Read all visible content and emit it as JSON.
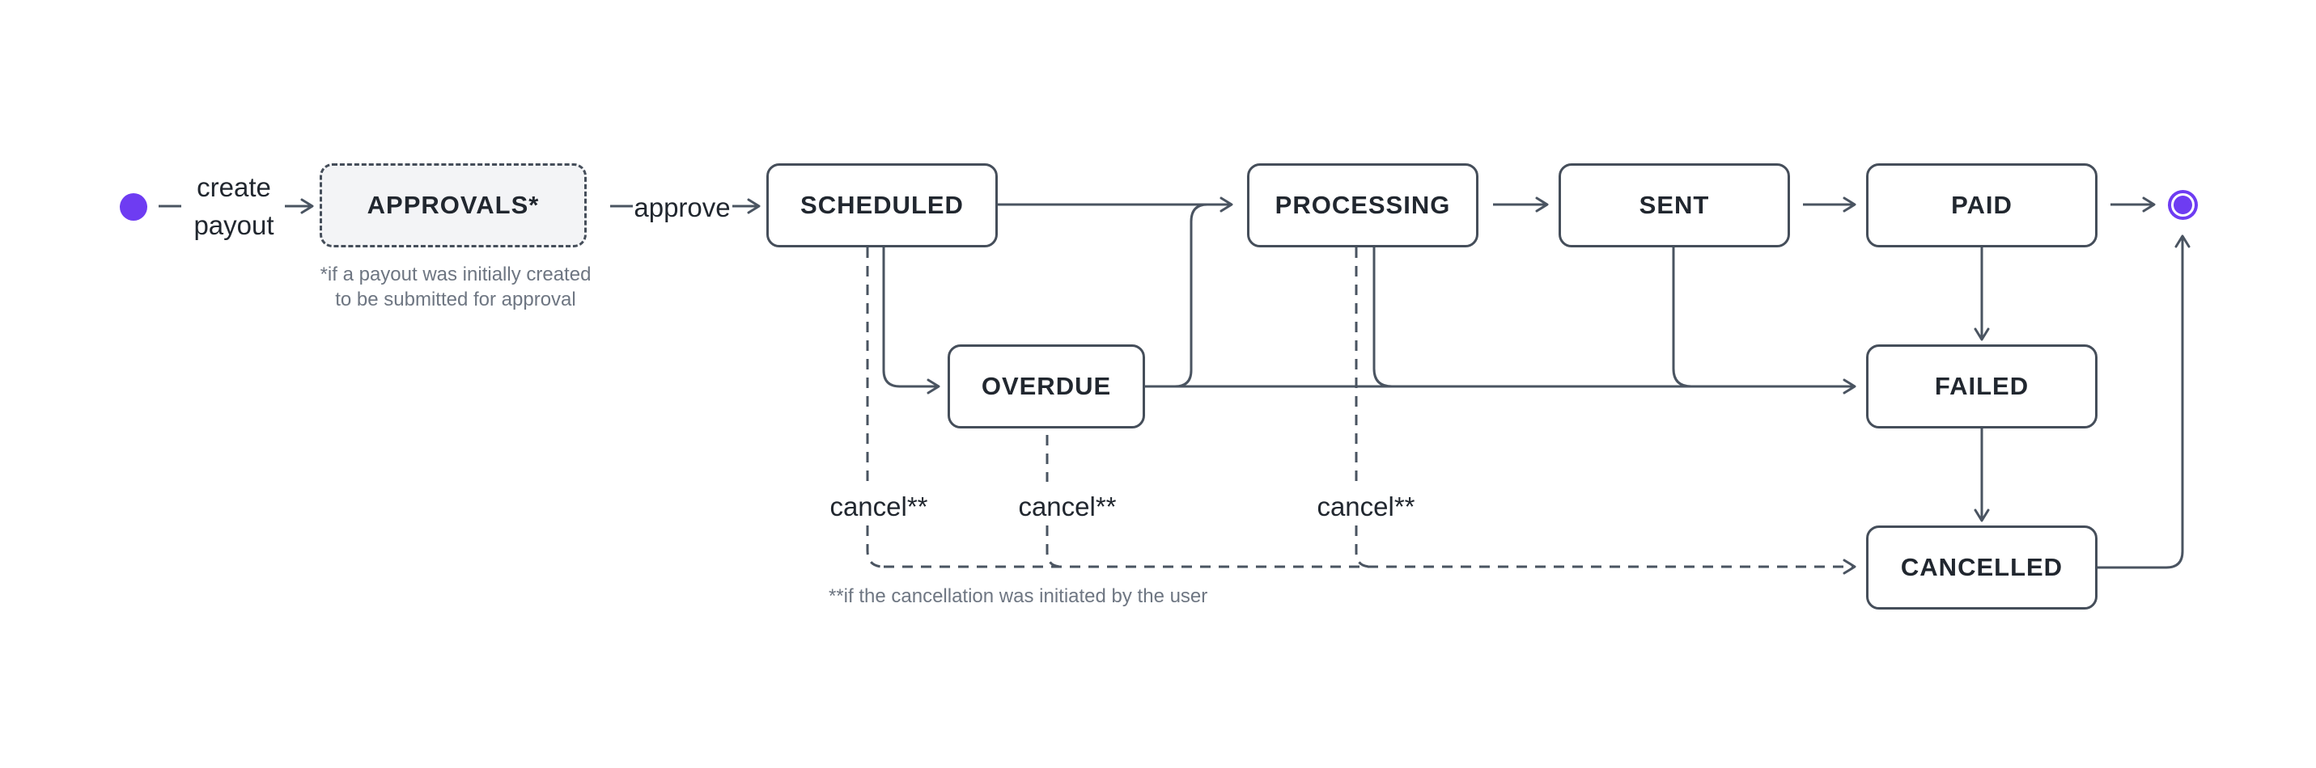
{
  "colors": {
    "accent": "#6e3cf2",
    "line": "#4a5461",
    "node_border": "#454e5a",
    "node_text": "#21272f",
    "muted_text": "#6e7682",
    "approvals_fill": "#f3f4f6"
  },
  "diagram": {
    "start_label_lines": [
      "create",
      "payout"
    ],
    "approve_label": "approve",
    "cancel_label": "cancel**",
    "nodes": {
      "approvals": "APPROVALS*",
      "scheduled": "SCHEDULED",
      "processing": "PROCESSING",
      "sent": "SENT",
      "paid": "PAID",
      "overdue": "OVERDUE",
      "failed": "FAILED",
      "cancelled": "CANCELLED"
    },
    "footnotes": {
      "approvals_line1": "*if a payout was initially created",
      "approvals_line2": "to be submitted for approval",
      "cancel": "**if the cancellation was initiated by the user"
    }
  }
}
